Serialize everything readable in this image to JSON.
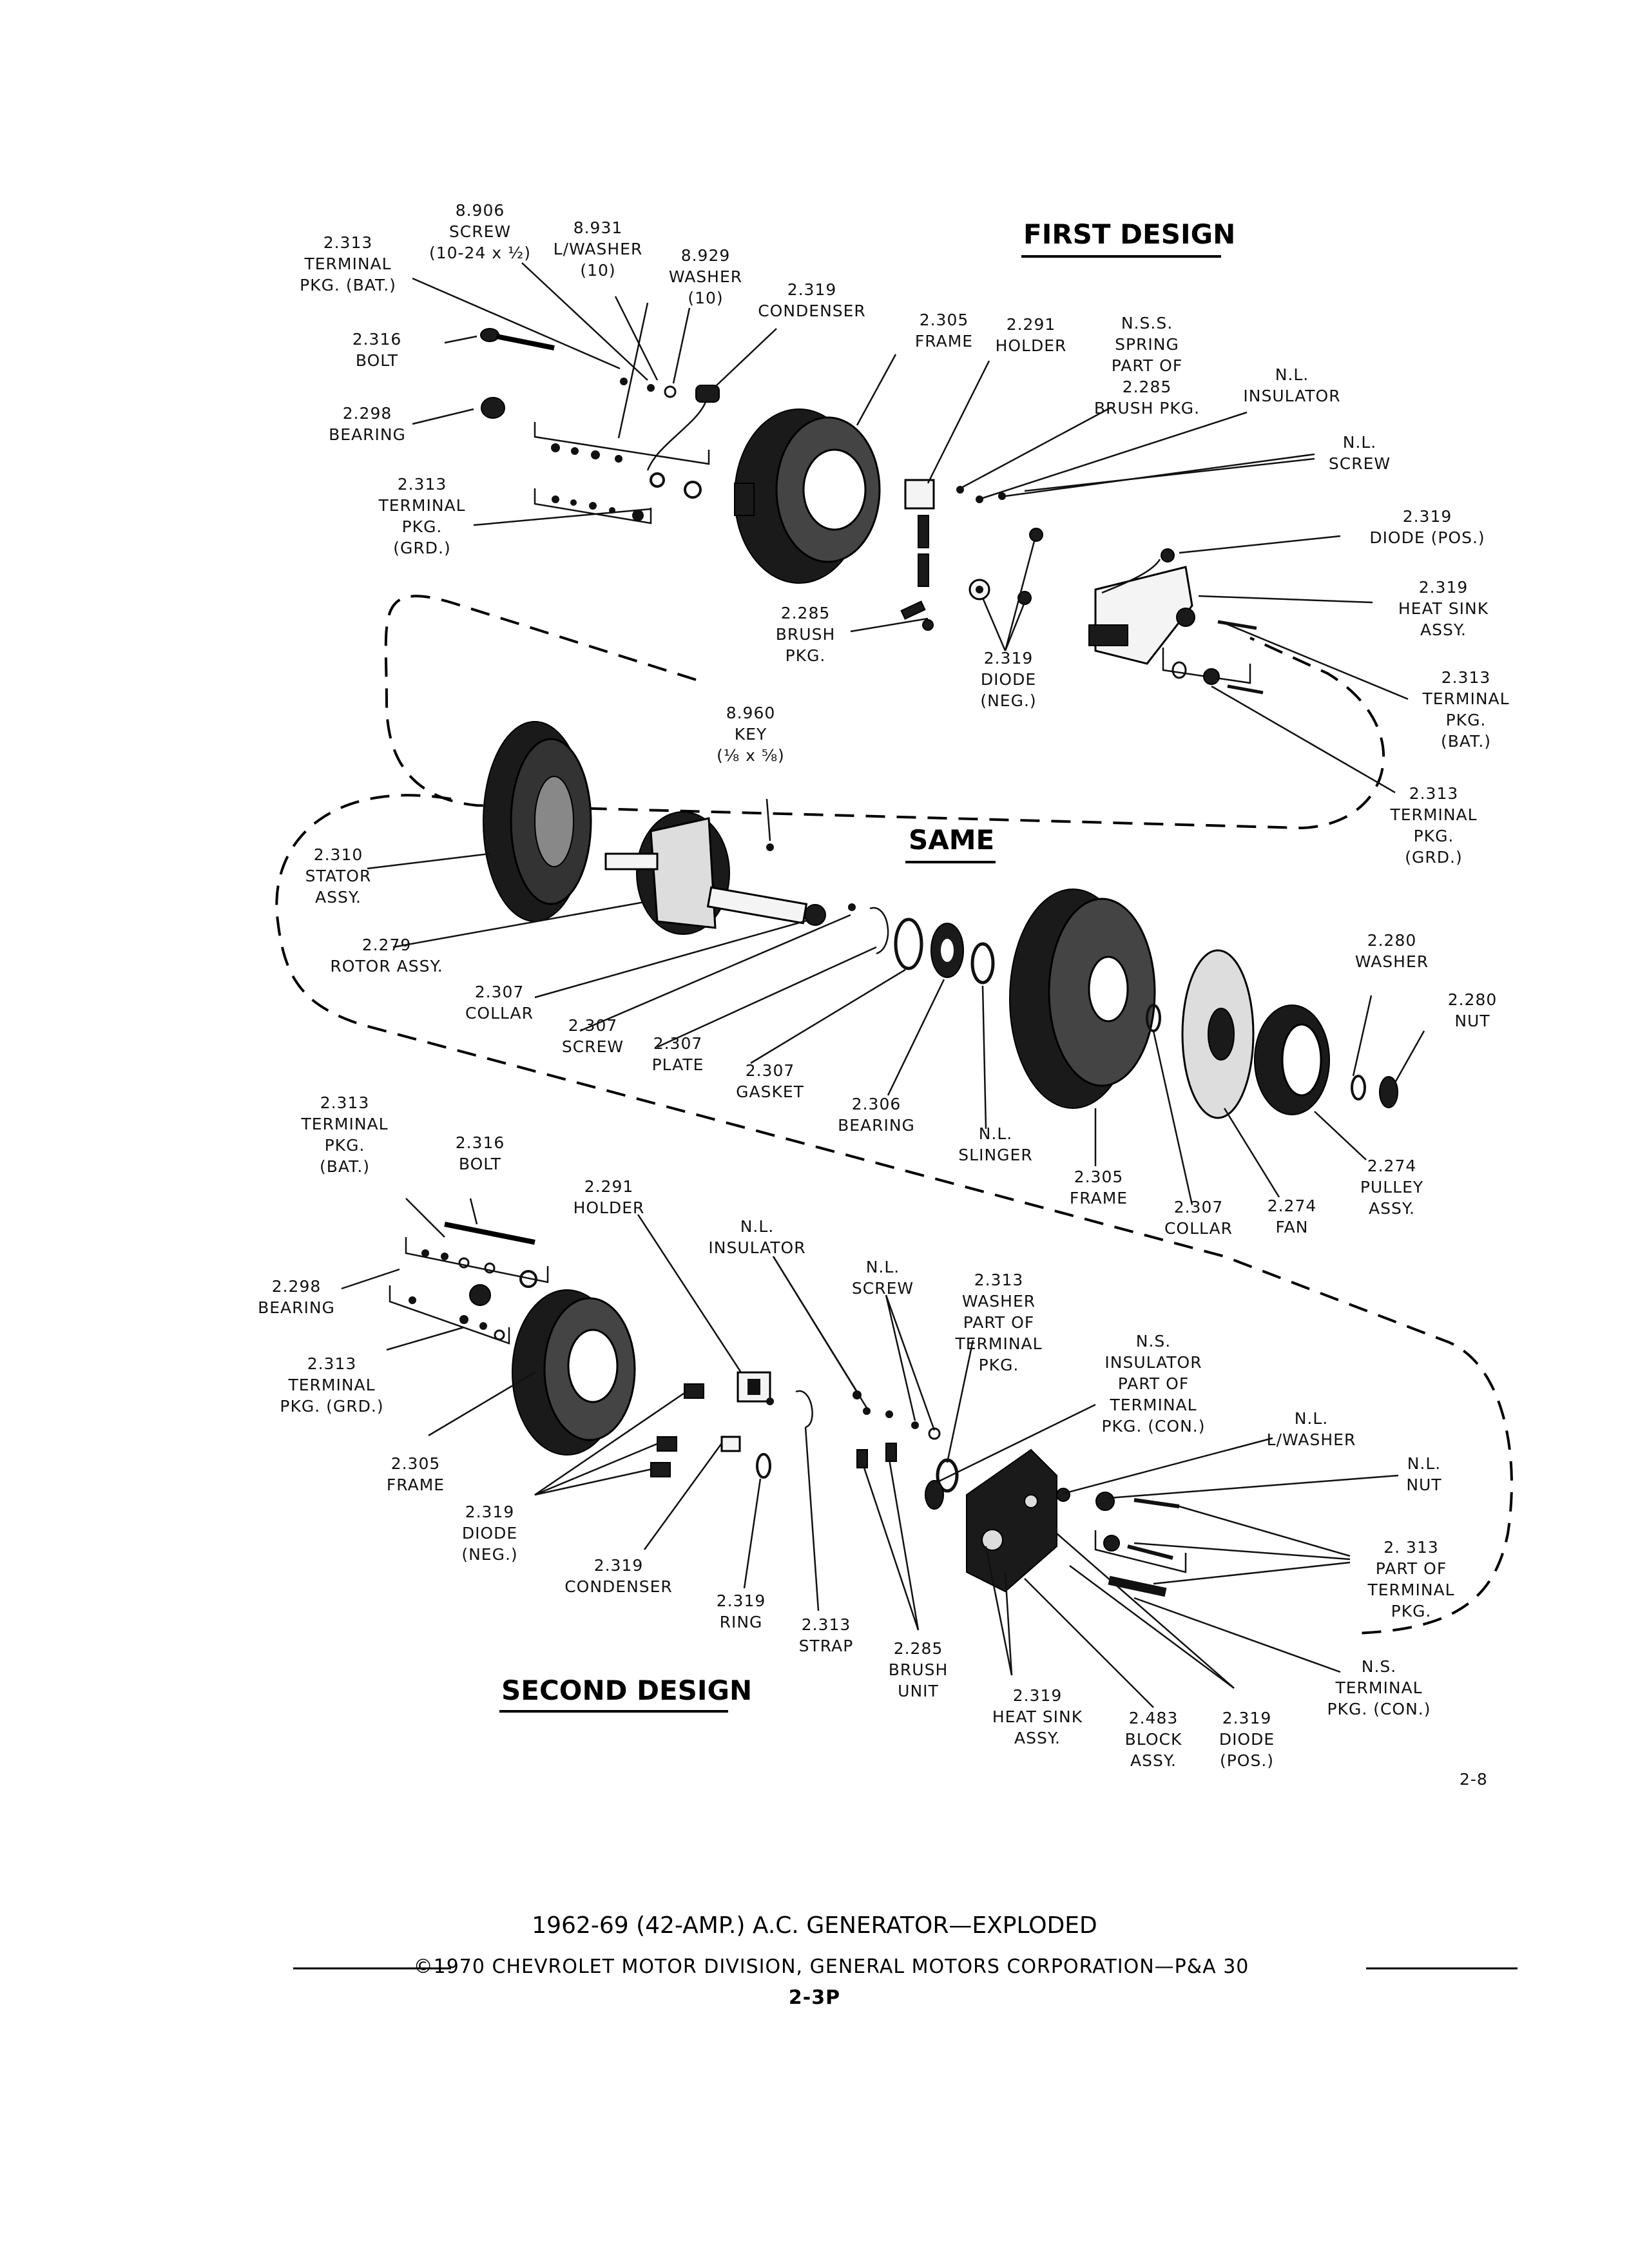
{
  "headings": {
    "first_design": "FIRST DESIGN",
    "same": "SAME",
    "second_design": "SECOND DESIGN"
  },
  "page_ref": "2-8",
  "caption": {
    "title": "1962-69 (42-AMP.) A.C. GENERATOR—EXPLODED",
    "copyright": "©1970 CHEVROLET MOTOR DIVISION, GENERAL MOTORS CORPORATION—P&A 30",
    "page_number": "2-3P"
  },
  "labels": [
    {
      "id": "screw-8906",
      "lines": [
        "8.906",
        "SCREW",
        "(10-24 x ½)"
      ]
    },
    {
      "id": "terminal-2313-bat-top",
      "lines": [
        "2.313",
        "TERMINAL",
        "PKG. (BAT.)"
      ]
    },
    {
      "id": "lwasher-8931",
      "lines": [
        "8.931",
        "L/WASHER",
        "(10)"
      ]
    },
    {
      "id": "washer-8929",
      "lines": [
        "8.929",
        "WASHER",
        "(10)"
      ]
    },
    {
      "id": "condenser-2319-top",
      "lines": [
        "2.319",
        "CONDENSER"
      ]
    },
    {
      "id": "bolt-2316-top",
      "lines": [
        "2.316",
        "BOLT"
      ]
    },
    {
      "id": "bearing-2298-top",
      "lines": [
        "2.298",
        "BEARING"
      ]
    },
    {
      "id": "terminal-2313-grd-top",
      "lines": [
        "2.313",
        "TERMINAL",
        "PKG.",
        "(GRD.)"
      ]
    },
    {
      "id": "frame-2305-top",
      "lines": [
        "2.305",
        "FRAME"
      ]
    },
    {
      "id": "holder-2291-top",
      "lines": [
        "2.291",
        "HOLDER"
      ]
    },
    {
      "id": "spring-nss",
      "lines": [
        "N.S.S.",
        "SPRING",
        "PART OF",
        "2.285",
        "BRUSH PKG."
      ]
    },
    {
      "id": "insulator-nl-top",
      "lines": [
        "N.L.",
        "INSULATOR"
      ]
    },
    {
      "id": "screw-nl-top",
      "lines": [
        "N.L.",
        "SCREW"
      ]
    },
    {
      "id": "diode-pos-top",
      "lines": [
        "2.319",
        "DIODE (POS.)"
      ]
    },
    {
      "id": "heatsink-top",
      "lines": [
        "2.319",
        "HEAT SINK",
        "ASSY."
      ]
    },
    {
      "id": "brush-2285-top",
      "lines": [
        "2.285",
        "BRUSH",
        "PKG."
      ]
    },
    {
      "id": "diode-neg-top",
      "lines": [
        "2.319",
        "DIODE",
        "(NEG.)"
      ]
    },
    {
      "id": "terminal-2313-bat-right",
      "lines": [
        "2.313",
        "TERMINAL",
        "PKG.",
        "(BAT.)"
      ]
    },
    {
      "id": "terminal-2313-grd-right",
      "lines": [
        "2.313",
        "TERMINAL",
        "PKG.",
        "(GRD.)"
      ]
    },
    {
      "id": "key-8960",
      "lines": [
        "8.960",
        "KEY",
        "(⅛ x ⅝)"
      ]
    },
    {
      "id": "stator-2310",
      "lines": [
        "2.310",
        "STATOR",
        "ASSY."
      ]
    },
    {
      "id": "rotor-2279",
      "lines": [
        "2.279",
        "ROTOR ASSY."
      ]
    },
    {
      "id": "collar-2307-left",
      "lines": [
        "2.307",
        "COLLAR"
      ]
    },
    {
      "id": "screw-2307",
      "lines": [
        "2.307",
        "SCREW"
      ]
    },
    {
      "id": "plate-2307",
      "lines": [
        "2.307",
        "PLATE"
      ]
    },
    {
      "id": "gasket-2307",
      "lines": [
        "2.307",
        "GASKET"
      ]
    },
    {
      "id": "bearing-2306",
      "lines": [
        "2.306",
        "BEARING"
      ]
    },
    {
      "id": "slinger-nl",
      "lines": [
        "N.L.",
        "SLINGER"
      ]
    },
    {
      "id": "frame-2305-mid",
      "lines": [
        "2.305",
        "FRAME"
      ]
    },
    {
      "id": "collar-2307-mid",
      "lines": [
        "2.307",
        "COLLAR"
      ]
    },
    {
      "id": "fan-2274",
      "lines": [
        "2.274",
        "FAN"
      ]
    },
    {
      "id": "pulley-2274",
      "lines": [
        "2.274",
        "PULLEY",
        "ASSY."
      ]
    },
    {
      "id": "washer-2280",
      "lines": [
        "2.280",
        "WASHER"
      ]
    },
    {
      "id": "nut-2280",
      "lines": [
        "2.280",
        "NUT"
      ]
    },
    {
      "id": "terminal-2313-bat-left",
      "lines": [
        "2.313",
        "TERMINAL",
        "PKG.",
        "(BAT.)"
      ]
    },
    {
      "id": "bolt-2316-bottom",
      "lines": [
        "2.316",
        "BOLT"
      ]
    },
    {
      "id": "holder-2291-bottom",
      "lines": [
        "2.291",
        "HOLDER"
      ]
    },
    {
      "id": "insulator-nl-bottom",
      "lines": [
        "N.L.",
        "INSULATOR"
      ]
    },
    {
      "id": "screw-nl-bottom",
      "lines": [
        "N.L.",
        "SCREW"
      ]
    },
    {
      "id": "washer-2313-part",
      "lines": [
        "2.313",
        "WASHER",
        "PART OF",
        "TERMINAL",
        "PKG."
      ]
    },
    {
      "id": "insulator-ns",
      "lines": [
        "N.S.",
        "INSULATOR",
        "PART OF",
        "TERMINAL",
        "PKG. (CON.)"
      ]
    },
    {
      "id": "lwasher-nl",
      "lines": [
        "N.L.",
        "L/WASHER"
      ]
    },
    {
      "id": "nut-nl",
      "lines": [
        "N.L.",
        "NUT"
      ]
    },
    {
      "id": "part-of-terminal",
      "lines": [
        "2. 313",
        "PART OF",
        "TERMINAL",
        "PKG."
      ]
    },
    {
      "id": "bearing-2298-bottom",
      "lines": [
        "2.298",
        "BEARING"
      ]
    },
    {
      "id": "terminal-2313-grd-bottom",
      "lines": [
        "2.313",
        "TERMINAL",
        "PKG. (GRD.)"
      ]
    },
    {
      "id": "frame-2305-bottom",
      "lines": [
        "2.305",
        "FRAME"
      ]
    },
    {
      "id": "diode-neg-bottom",
      "lines": [
        "2.319",
        "DIODE",
        "(NEG.)"
      ]
    },
    {
      "id": "condenser-2319-bottom",
      "lines": [
        "2.319",
        "CONDENSER"
      ]
    },
    {
      "id": "ring-2319",
      "lines": [
        "2.319",
        "RING"
      ]
    },
    {
      "id": "strap-2313",
      "lines": [
        "2.313",
        "STRAP"
      ]
    },
    {
      "id": "brush-unit-2285",
      "lines": [
        "2.285",
        "BRUSH",
        "UNIT"
      ]
    },
    {
      "id": "heatsink-bottom",
      "lines": [
        "2.319",
        "HEAT SINK",
        "ASSY."
      ]
    },
    {
      "id": "block-2483",
      "lines": [
        "2.483",
        "BLOCK",
        "ASSY."
      ]
    },
    {
      "id": "diode-pos-bottom",
      "lines": [
        "2.319",
        "DIODE",
        "(POS.)"
      ]
    },
    {
      "id": "terminal-ns-con",
      "lines": [
        "N.S.",
        "TERMINAL",
        "PKG. (CON.)"
      ]
    }
  ]
}
